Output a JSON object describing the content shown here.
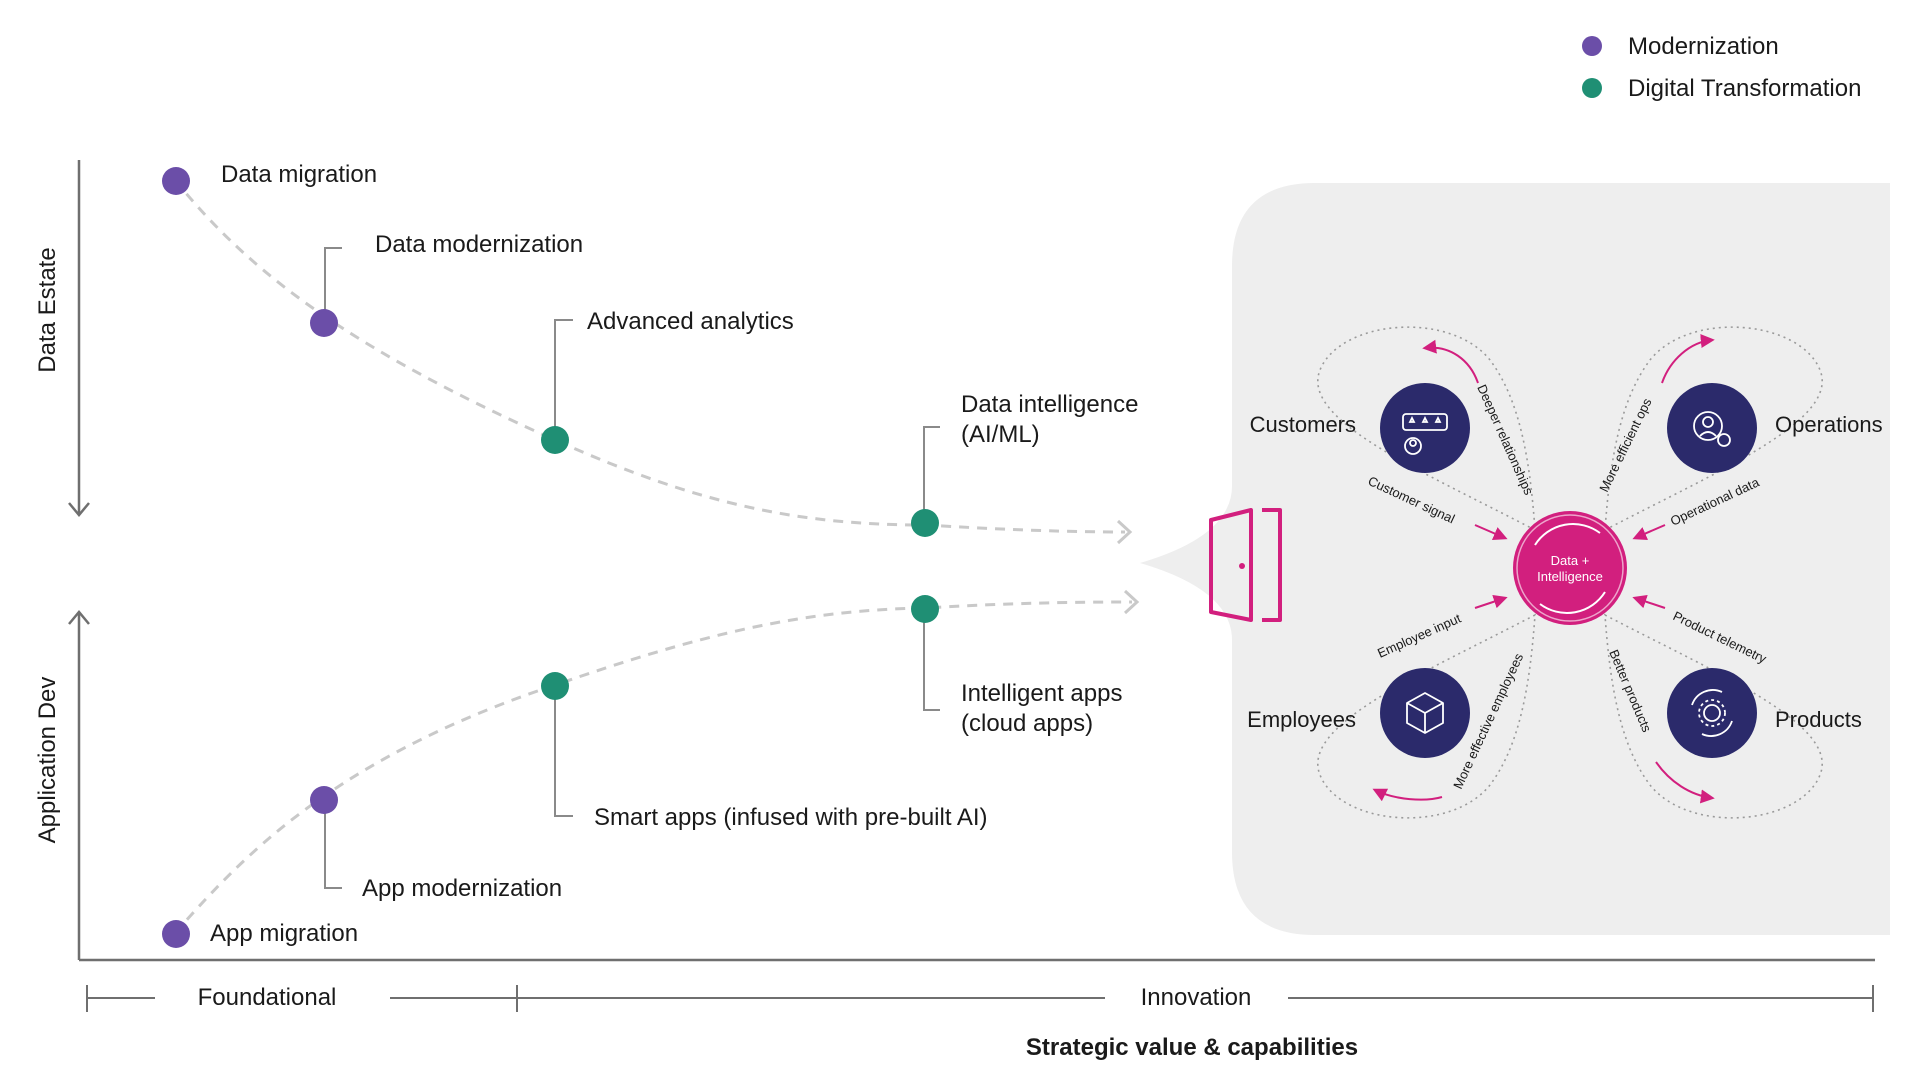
{
  "legend": {
    "modernization": {
      "label": "Modernization",
      "color": "#6b4ea8"
    },
    "digital_transformation": {
      "label": "Digital Transformation",
      "color": "#1f8f74"
    }
  },
  "axes": {
    "upper_y_label": "Data Estate",
    "lower_y_label": "Application Dev",
    "x_title": "Strategic value & capabilities",
    "phase_foundational": "Foundational",
    "phase_innovation": "Innovation"
  },
  "data_estate_path": {
    "step_1": {
      "label": "Data migration",
      "category": "modernization"
    },
    "step_2": {
      "label": "Data modernization",
      "category": "modernization"
    },
    "step_3": {
      "label": "Advanced analytics",
      "category": "digital_transformation"
    },
    "step_4": {
      "label_line1": "Data intelligence",
      "label_line2": "(AI/ML)",
      "category": "digital_transformation"
    }
  },
  "app_dev_path": {
    "step_1": {
      "label": "App migration",
      "category": "modernization"
    },
    "step_2": {
      "label": "App modernization",
      "category": "modernization"
    },
    "step_3": {
      "label": "Smart apps (infused with pre-built AI)",
      "category": "digital_transformation"
    },
    "step_4": {
      "label_line1": "Intelligent apps",
      "label_line2": "(cloud apps)",
      "category": "digital_transformation"
    }
  },
  "hub": {
    "center_line1": "Data +",
    "center_line2": "Intelligence",
    "center_color": "#d21f7e",
    "node_color": "#2b2a6b",
    "nodes": {
      "customers": "Customers",
      "operations": "Operations",
      "employees": "Employees",
      "products": "Products"
    },
    "flows": {
      "deeper_relationships": "Deeper relationships",
      "customer_signal": "Customer signal",
      "more_efficient_ops": "More efficient ops",
      "operational_data": "Operational data",
      "employee_input": "Employee input",
      "more_effective_employees": "More effective employees",
      "better_products": "Better products",
      "product_telemetry": "Product telemetry"
    }
  },
  "colors": {
    "axis": "#6f6f6f",
    "path": "#c9c9c9",
    "panel": "#eeeeee",
    "accent": "#d21f7e"
  }
}
